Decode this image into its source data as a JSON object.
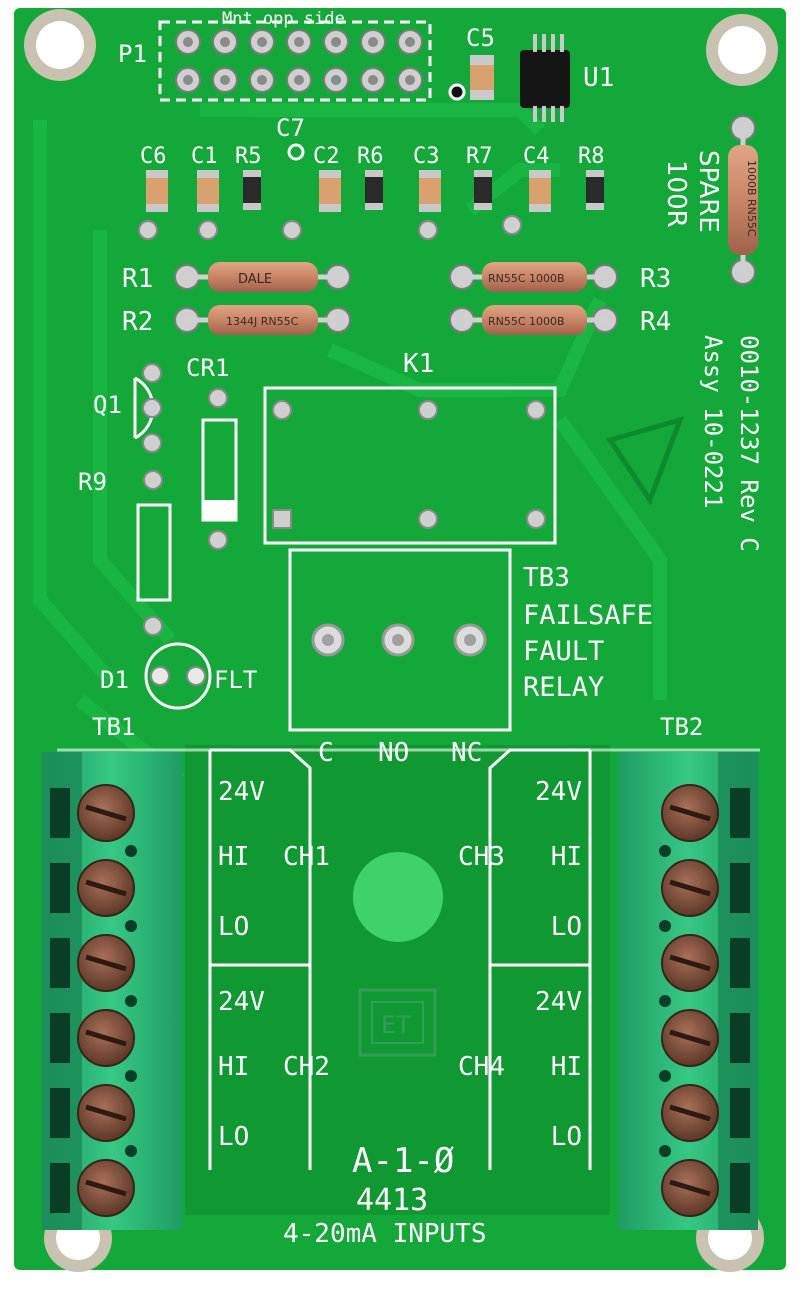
{
  "board": {
    "colors": {
      "pcb": "#14a83a",
      "pcb_dark": "#0f8f2f",
      "copper_trace": "#1bbf45",
      "silkscreen": "#ffffff",
      "terminal_green": "#2fbf7a",
      "screw": "#8a5a45",
      "resistor_body": "#c98a6a",
      "cap_body": "#d9a070",
      "pad": "#d8d8d8",
      "green_dot": "#3fd26a"
    },
    "header": {
      "designator": "P1",
      "note": "Mnt opp side"
    },
    "ic": {
      "designator": "U1"
    },
    "top_caps": [
      "C5",
      "C7"
    ],
    "component_row": [
      "C6",
      "C1",
      "R5",
      "C2",
      "R6",
      "C3",
      "R7",
      "C4",
      "R8"
    ],
    "resistors_left": [
      "R1",
      "R2"
    ],
    "resistors_right": [
      "R3",
      "R4"
    ],
    "resistor_markings": {
      "r1": "DALE",
      "r2": "1344J RN55C",
      "r3": "RN55C 1000B",
      "r4": "RN55C 1000B"
    },
    "spare": {
      "line1": "SPARE",
      "line2": "100R",
      "marking": "1000B RN55C"
    },
    "part_number": {
      "line1": "0010-1237 Rev C",
      "line2": "Assy 10-0221"
    },
    "relay": {
      "designator": "K1"
    },
    "misc_designators": {
      "q1": "Q1",
      "cr1": "CR1",
      "r9": "R9",
      "d1": "D1",
      "flt": "FLT"
    },
    "tb3": {
      "designator": "TB3",
      "lines": [
        "FAILSAFE",
        "FAULT",
        "RELAY"
      ],
      "terminals": [
        "C",
        "NO",
        "NC"
      ]
    },
    "terminal_blocks": [
      "TB1",
      "TB2"
    ],
    "channels": {
      "left": [
        {
          "name": "CH1",
          "pins": [
            "24V",
            "HI",
            "LO"
          ]
        },
        {
          "name": "CH2",
          "pins": [
            "24V",
            "HI",
            "LO"
          ]
        }
      ],
      "right": [
        {
          "name": "CH3",
          "pins": [
            "24V",
            "HI",
            "LO"
          ]
        },
        {
          "name": "CH4",
          "pins": [
            "24V",
            "HI",
            "LO"
          ]
        }
      ]
    },
    "logo": "ET",
    "footer": {
      "brand": "A-1-Ø",
      "model": "4413",
      "description": "4-20mA INPUTS"
    }
  }
}
